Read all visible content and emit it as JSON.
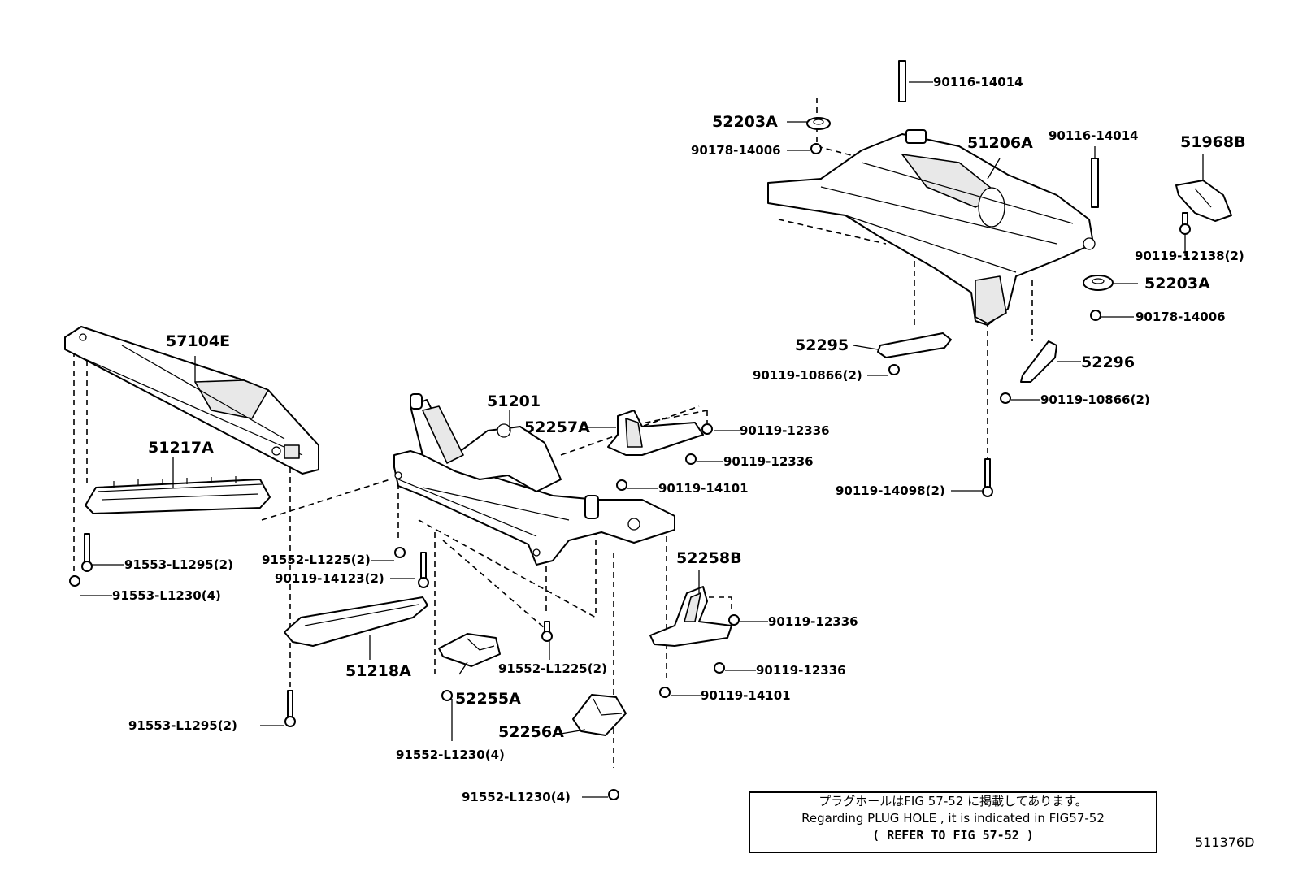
{
  "labels": {
    "l57104E": "57104E",
    "l51217A": "51217A",
    "l91553_L1295_a": "91553-L1295(2)",
    "l91553_L1230": "91553-L1230(4)",
    "l91552_L1225_a": "91552-L1225(2)",
    "l90119_14123": "90119-14123(2)",
    "l51218A": "51218A",
    "l91553_L1295_b": "91553-L1295(2)",
    "l51201": "51201",
    "l52257A": "52257A",
    "l90119_12336_a": "90119-12336",
    "l90119_12336_b": "90119-12336",
    "l90119_14101_a": "90119-14101",
    "l52258B": "52258B",
    "l90119_12336_c": "90119-12336",
    "l90119_12336_d": "90119-12336",
    "l90119_14101_b": "90119-14101",
    "l91552_L1225_b": "91552-L1225(2)",
    "l52255A": "52255A",
    "l91552_L1230_a": "91552-L1230(4)",
    "l52256A": "52256A",
    "l91552_L1230_b": "91552-L1230(4)",
    "l90116_14014_a": "90116-14014",
    "l52203A_a": "52203A",
    "l90178_14006_a": "90178-14006",
    "l51206A": "51206A",
    "l90116_14014_b": "90116-14014",
    "l51968B": "51968B",
    "l90119_12138": "90119-12138(2)",
    "l52203A_b": "52203A",
    "l90178_14006_b": "90178-14006",
    "l52295": "52295",
    "l90119_10866_a": "90119-10866(2)",
    "l52296": "52296",
    "l90119_10866_b": "90119-10866(2)",
    "l90119_14098": "90119-14098(2)"
  },
  "note": {
    "line1": "プラグホールはFIG 57-52 に掲載してあります。",
    "line2": "Regarding  PLUG HOLE  , it is  indicated  in  FIG57-52",
    "line3": "( REFER TO FIG 57-52   )"
  },
  "figure_code": "511376D"
}
